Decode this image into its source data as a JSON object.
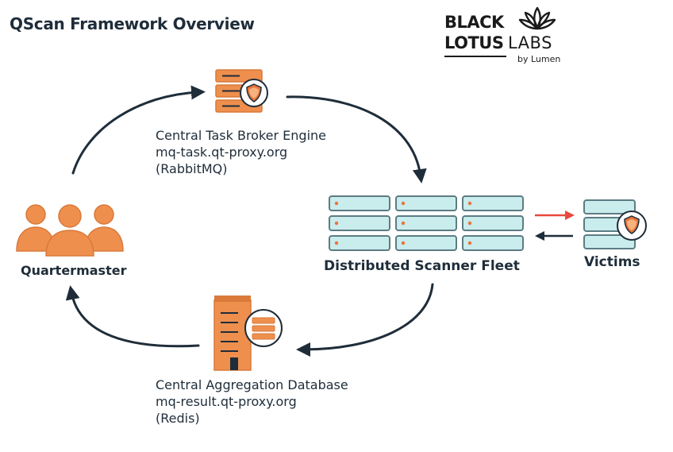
{
  "title": "QScan Framework Overview",
  "logo": {
    "line1": "BLACK",
    "line2": "LOTUS",
    "labs": "LABS",
    "byline": "by Lumen"
  },
  "nodes": {
    "broker": {
      "name": "Central Task Broker Engine",
      "host": "mq-task.qt-proxy.org",
      "tech": "(RabbitMQ)"
    },
    "fleet": {
      "name": "Distributed Scanner Fleet"
    },
    "victims": {
      "name": "Victims"
    },
    "aggregation": {
      "name": "Central Aggregation Database",
      "host": "mq-result.qt-proxy.org",
      "tech": "(Redis)"
    },
    "quartermaster": {
      "name": "Quartermaster"
    }
  },
  "colors": {
    "orange": "#ee8f4e",
    "orange_dark": "#d97a3a",
    "teal_fill": "#c9ecec",
    "teal_stroke": "#5d7c84",
    "navy": "#1f2d3a",
    "red_arrow": "#e8493e",
    "shield_orange": "#e8743b"
  },
  "icons": [
    "server-shield-icon",
    "server-rack-icon",
    "people-group-icon",
    "database-building-icon",
    "lotus-logo-icon"
  ]
}
